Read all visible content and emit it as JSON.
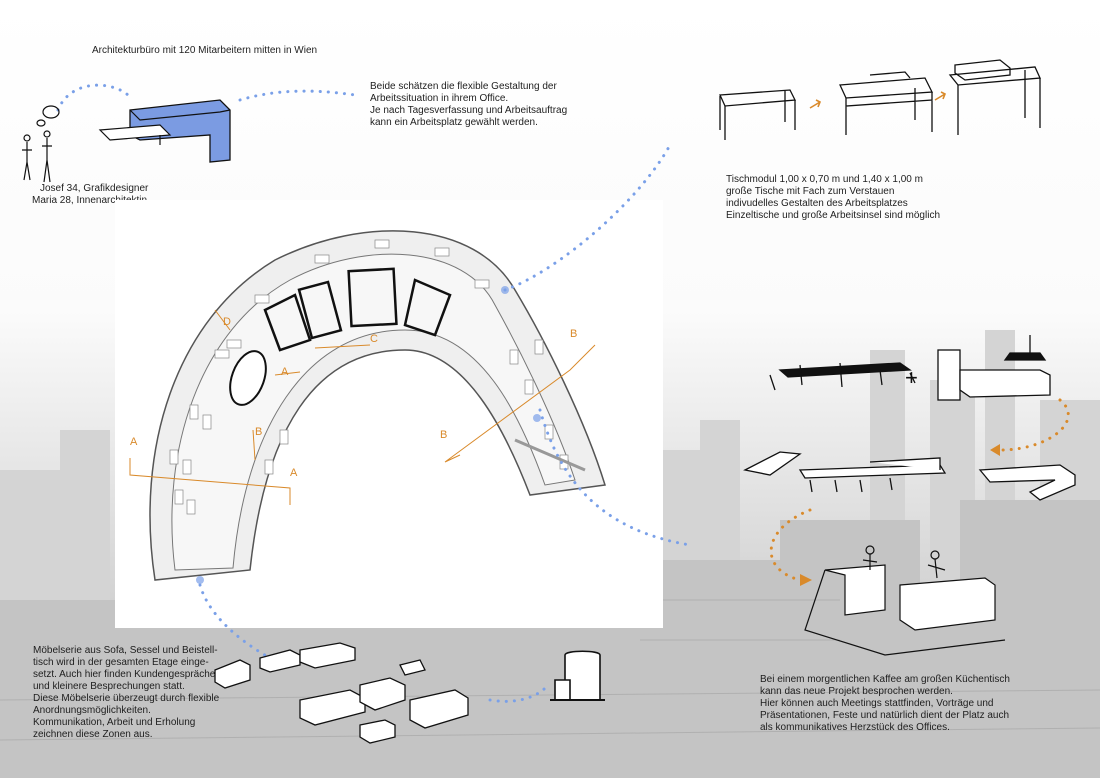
{
  "colors": {
    "accent_blue": "#7aa0e8",
    "accent_orange": "#d98a2b",
    "block_blue": "#7b9be2",
    "line": "#111111"
  },
  "header": {
    "title": "Architekturbüro mit 120 Mitarbeitern mitten in Wien"
  },
  "persons": {
    "line1": "Josef 34, Grafikdesigner",
    "line2": "Maria 28, Innenarchitektin"
  },
  "intro": {
    "line1": "Beide schätzen die flexible Gestaltung der",
    "line2": "Arbeitssituation in ihrem Office.",
    "line3": "Je nach Tagesverfassung und Arbeitsauftrag",
    "line4": "kann ein Arbeitsplatz gewählt werden."
  },
  "tables": {
    "line1": "Tischmodul 1,00 x 0,70 m und 1,40 x 1,00 m",
    "line2": "große Tische mit Fach zum Verstauen",
    "line3": "indivudelles Gestalten des Arbeitsplatzes",
    "line4": "Einzeltische und große Arbeitsinsel sind möglich"
  },
  "furniture": {
    "line1": "Möbelserie aus Sofa, Sessel und Beistell-",
    "line2": "tisch wird in der gesamten Etage einge-",
    "line3": "setzt. Auch hier finden Kundengespräche",
    "line4": "und  kleinere Besprechungen statt.",
    "line5": "Diese Möbelserie überzeugt durch flexible",
    "line6": "Anordnungsmöglichkeiten.",
    "line7": "Kommunikation, Arbeit und Erholung",
    "line8": "zeichnen diese Zonen aus."
  },
  "kitchen": {
    "line1": "Bei einem morgentlichen Kaffee am großen Küchentisch",
    "line2": "kann das neue Projekt besprochen werden.",
    "line3": "Hier können auch Meetings stattfinden, Vorträge und",
    "line4": "Präsentationen, Feste und natürlich dient der Platz auch",
    "line5": "als kommunikatives Herzstück des Offices."
  },
  "plan": {
    "section_a": "A",
    "section_b": "B",
    "section_c": "C",
    "section_d": "D"
  }
}
